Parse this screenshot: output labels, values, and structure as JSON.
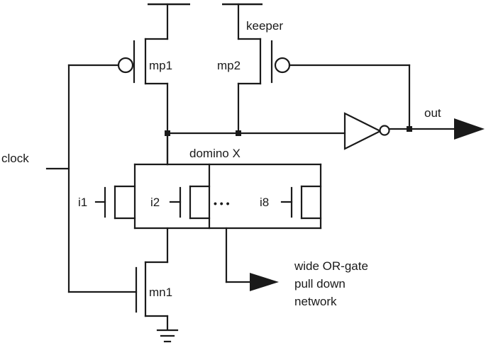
{
  "labels": {
    "keeper": "keeper",
    "mp1": "mp1",
    "mp2": "mp2",
    "out": "out",
    "clock": "clock",
    "domino_x": "domino X",
    "i1": "i1",
    "i2": "i2",
    "ellipsis": "• • •",
    "i8": "i8",
    "mn1": "mn1",
    "network_line1": "wide OR-gate",
    "network_line2": "pull down",
    "network_line3": "network"
  }
}
